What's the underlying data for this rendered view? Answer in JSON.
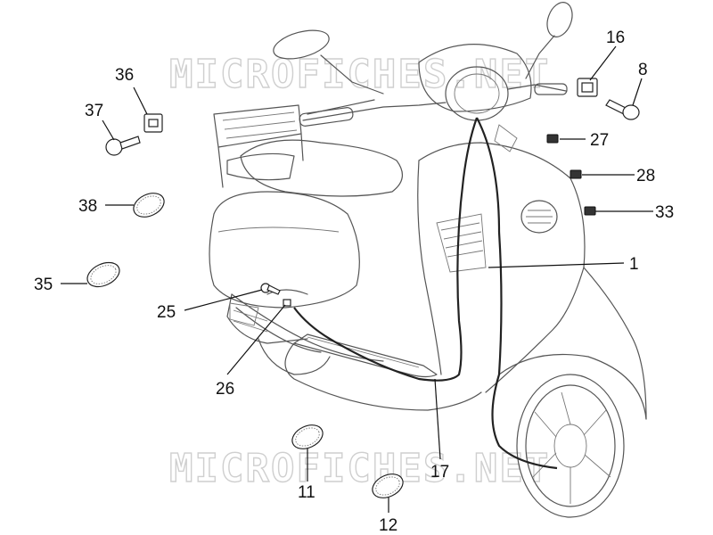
{
  "watermark": "MICROFICHES.NET",
  "callouts": [
    "1",
    "8",
    "11",
    "12",
    "16",
    "17",
    "25",
    "26",
    "27",
    "28",
    "33",
    "35",
    "36",
    "37",
    "38"
  ]
}
